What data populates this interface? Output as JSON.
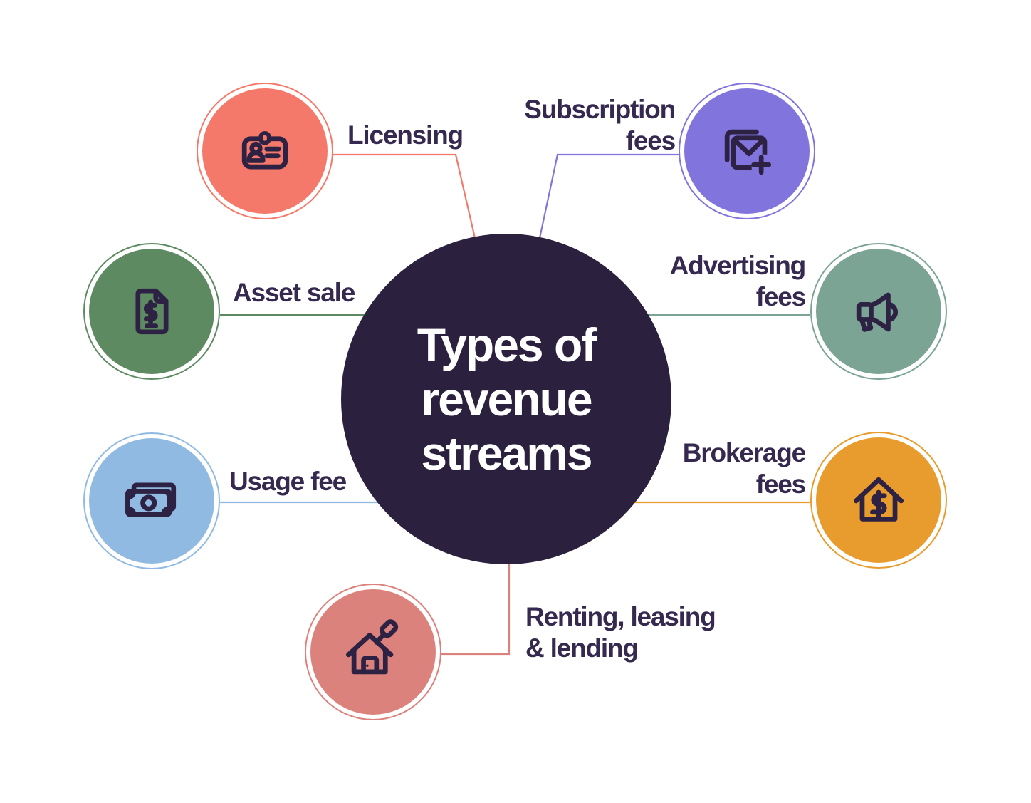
{
  "title": "Types of revenue streams",
  "center": {
    "label": "Types of\nrevenue\nstreams"
  },
  "colors": {
    "canvas": "#ffffff",
    "central": "#2c203f",
    "ink": "#2d2243",
    "label": "#35294f",
    "licensing": "#f5796a",
    "subscription": "#8174dc",
    "asset": "#5e8a62",
    "advertising": "#7ca495",
    "usage": "#90bae2",
    "brokerage": "#e89c2e",
    "renting": "#dc827d"
  },
  "nodes": [
    {
      "id": "licensing",
      "label": "Licensing",
      "icon": "id-card-icon",
      "color": "#f5796a"
    },
    {
      "id": "subscription",
      "label": "Subscription\nfees",
      "icon": "mail-plus-icon",
      "color": "#8174dc"
    },
    {
      "id": "asset",
      "label": "Asset sale",
      "icon": "invoice-dollar-icon",
      "color": "#5e8a62"
    },
    {
      "id": "advertising",
      "label": "Advertising\nfees",
      "icon": "megaphone-icon",
      "color": "#7ca495"
    },
    {
      "id": "usage",
      "label": "Usage fee",
      "icon": "banknote-icon",
      "color": "#90bae2"
    },
    {
      "id": "brokerage",
      "label": "Brokerage\nfees",
      "icon": "house-dollar-icon",
      "color": "#e89c2e"
    },
    {
      "id": "renting",
      "label": "Renting, leasing\n& lending",
      "icon": "house-key-icon",
      "color": "#dc827d"
    }
  ]
}
